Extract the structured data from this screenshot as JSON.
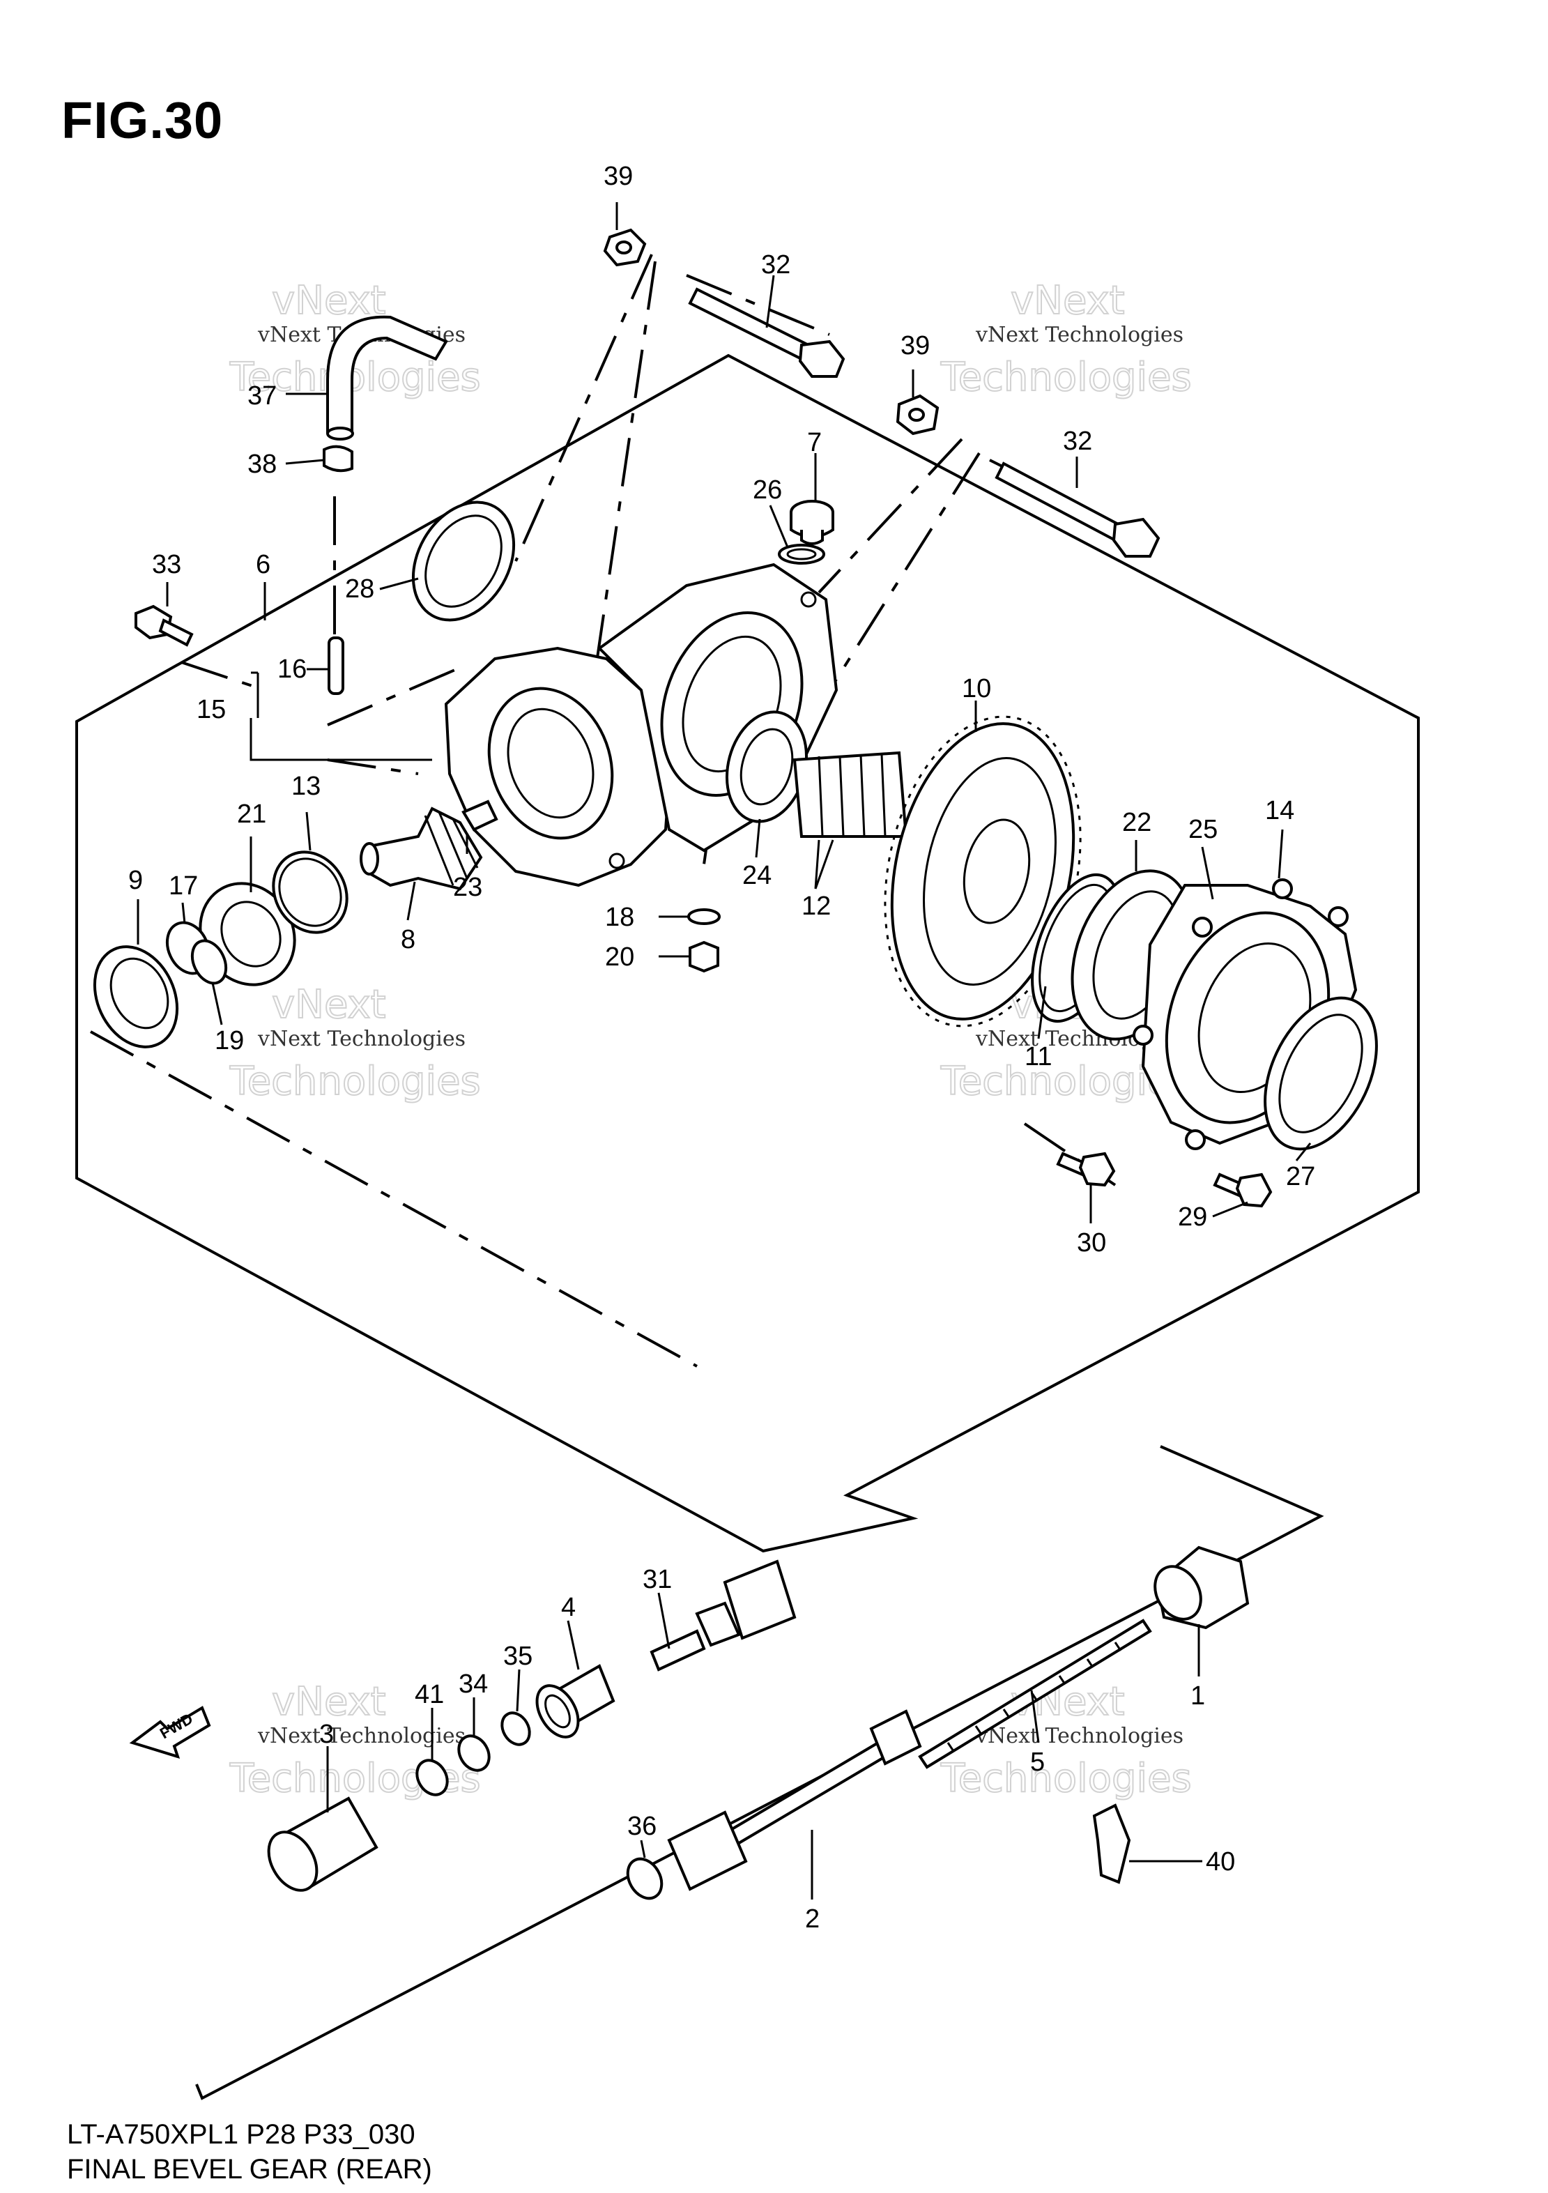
{
  "figure": {
    "title": "FIG.30",
    "model_code": "LT-A750XPL1 P28 P33_030",
    "description": "FINAL BEVEL GEAR (REAR)"
  },
  "watermark": {
    "line1": "vNext",
    "line2": "vNext Technologies",
    "line3": "Technologies"
  },
  "fwd_label": "FWD",
  "callouts": [
    "39",
    "32",
    "39",
    "32",
    "37",
    "38",
    "7",
    "26",
    "33",
    "6",
    "28",
    "16",
    "15",
    "10",
    "21",
    "13",
    "22",
    "25",
    "14",
    "9",
    "17",
    "23",
    "24",
    "12",
    "18",
    "20",
    "8",
    "19",
    "11",
    "27",
    "30",
    "29",
    "31",
    "4",
    "35",
    "34",
    "41",
    "3",
    "1",
    "5",
    "36",
    "2",
    "40"
  ]
}
